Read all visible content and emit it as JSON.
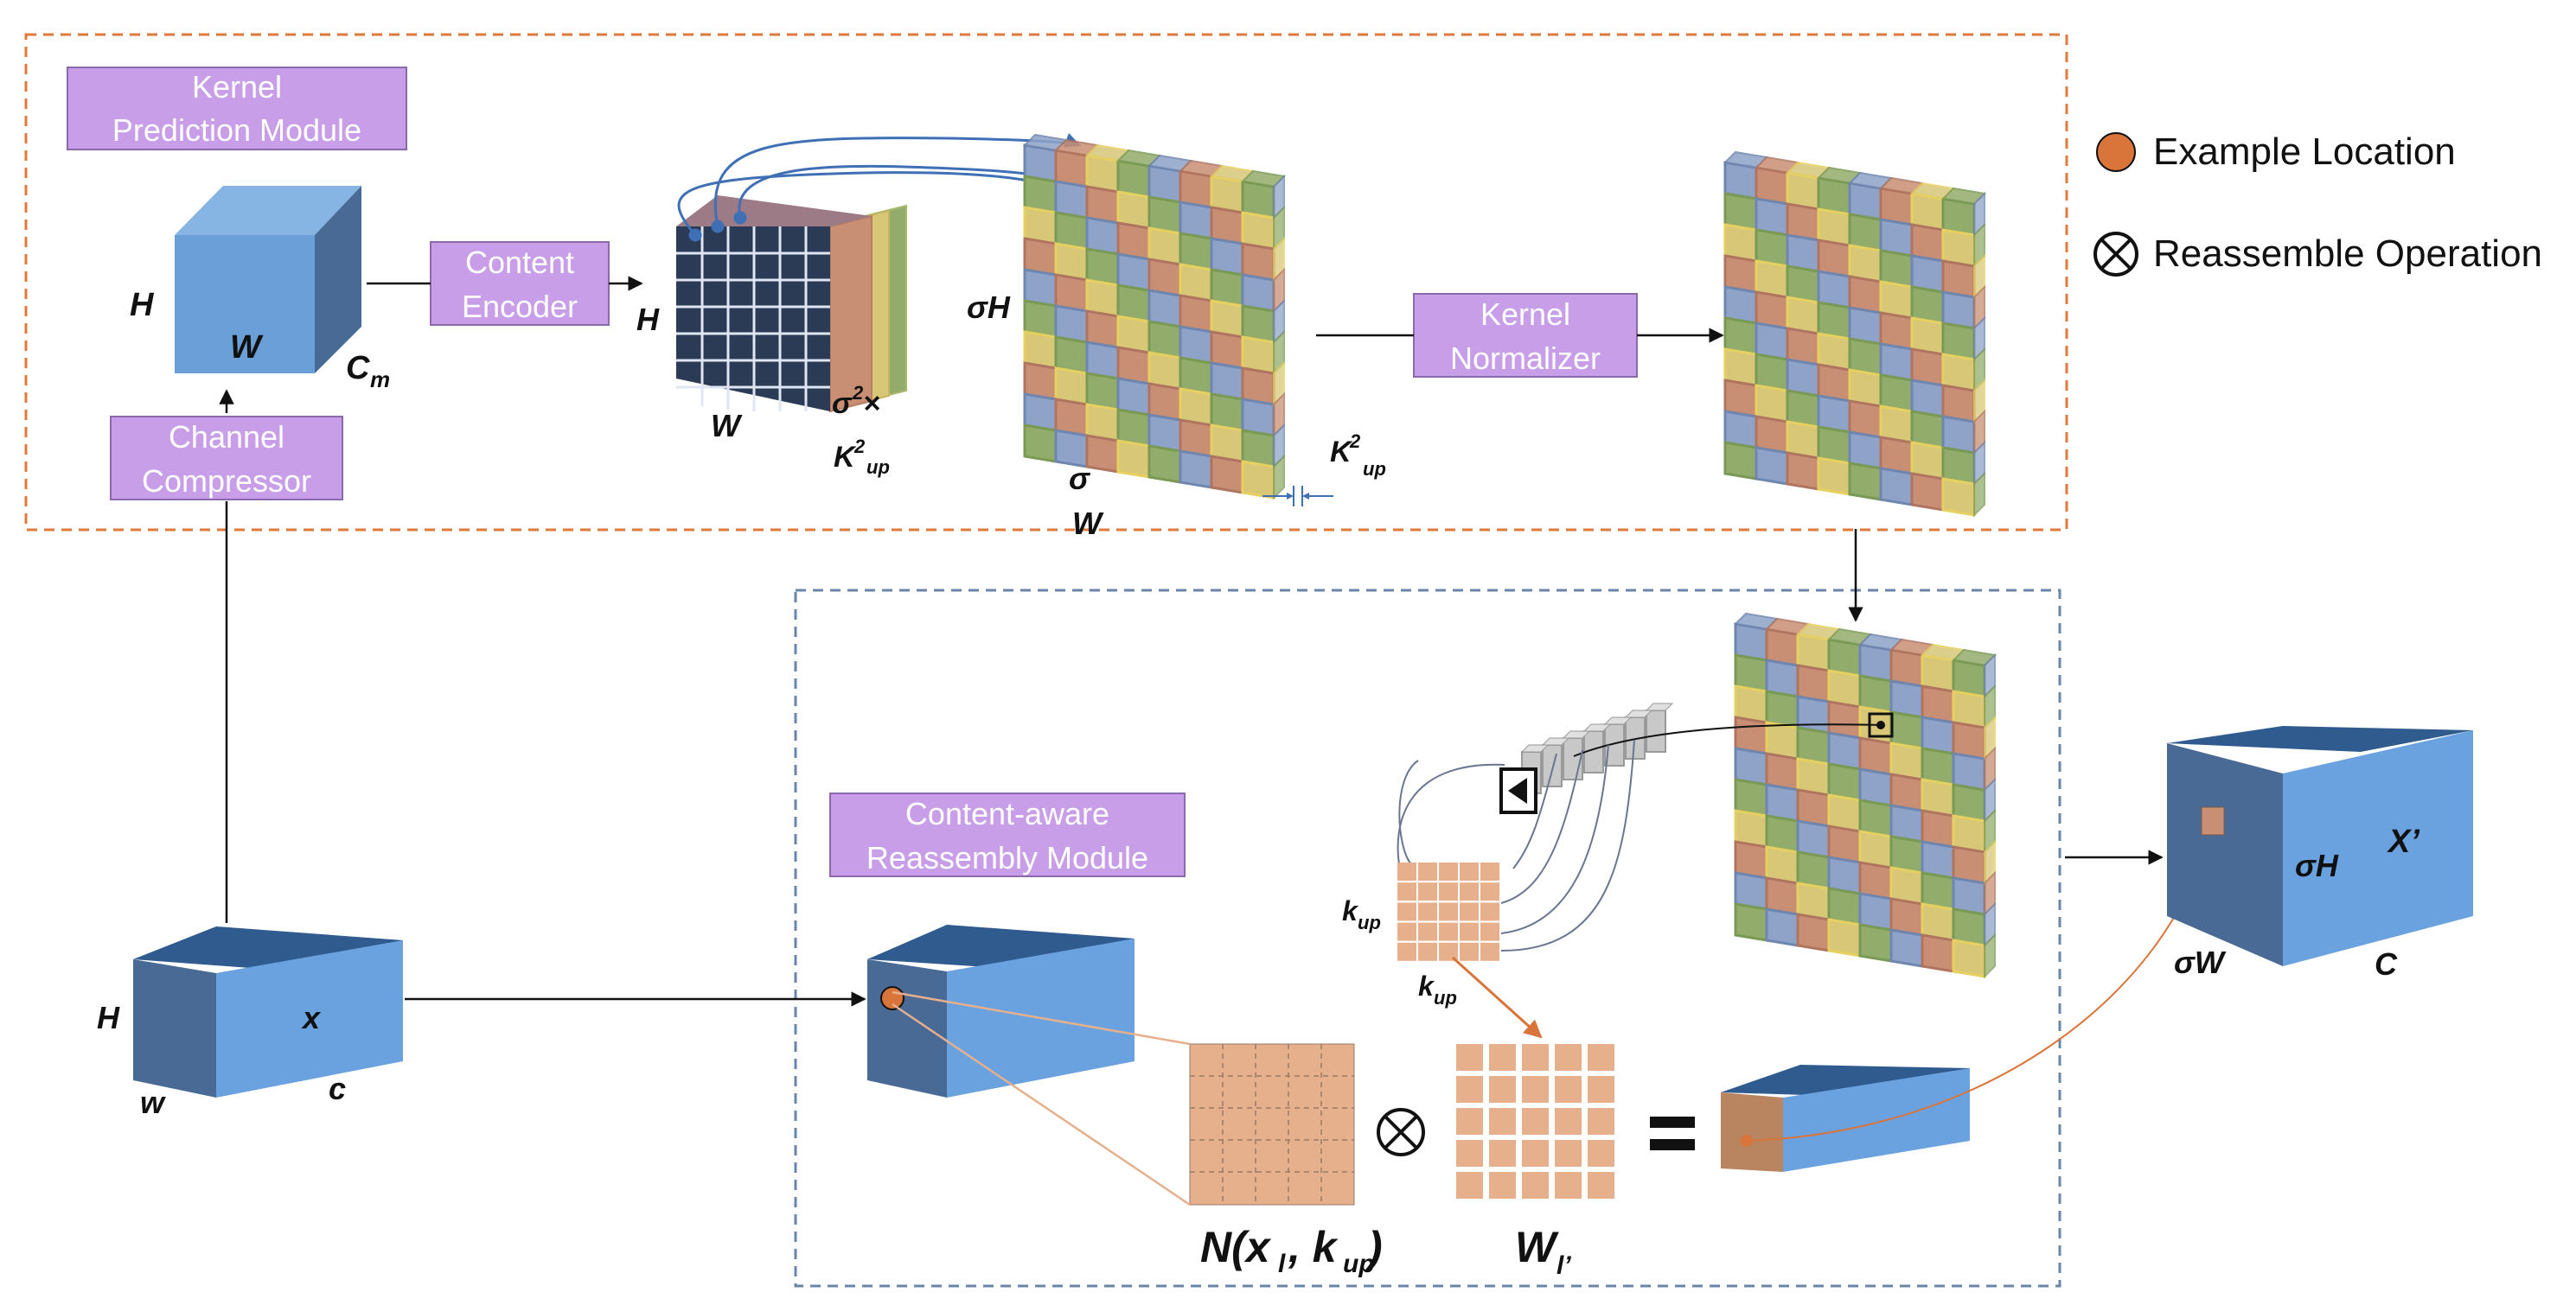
{
  "modules": {
    "kernel_prediction": {
      "line1": "Kernel",
      "line2": "Prediction Module"
    },
    "content_encoder": {
      "line1": "Content",
      "line2": "Encoder"
    },
    "channel_compressor": {
      "line1": "Channel",
      "line2": "Compressor"
    },
    "kernel_normalizer": {
      "line1": "Kernel",
      "line2": "Normalizer"
    },
    "reassembly": {
      "line1": "Content-aware",
      "line2": "Reassembly Module"
    }
  },
  "labels": {
    "H": "H",
    "W": "W",
    "C": "C",
    "m": "m",
    "sigma": "σ",
    "sigmaH": "σH",
    "sigmaW": "σW",
    "sigma2x": "σ",
    "two": "2",
    "times": " ×",
    "K": "K",
    "up": "up",
    "kup_k": "k",
    "x": "x",
    "w": "w",
    "c": "c",
    "xprime": "X’",
    "N_open": "N(x",
    "N_l": "l",
    "N_mid": ", k",
    "N_close": ")",
    "W_l": "W",
    "l_prime": "l’",
    "op_times": "⊗",
    "op_eq": "="
  },
  "legend": {
    "example_location": "Example Location",
    "reassemble_operation": "Reassemble Operation"
  },
  "colors": {
    "module_fill": "#c89ee8",
    "module_border": "#8a6aaa",
    "cube_front": "#6aa2e0",
    "cube_top": "#2f5b8f",
    "cube_side": "#4a6a96",
    "orange": "#d9753a",
    "peach": "#e7b08c",
    "grid_blue": "#8ea3c7",
    "grid_orange": "#c98f74",
    "grid_yellow": "#d7c777",
    "grid_green": "#92ac6b",
    "dash_orange": "#e07a3a",
    "dash_blue": "#6a86a8"
  }
}
